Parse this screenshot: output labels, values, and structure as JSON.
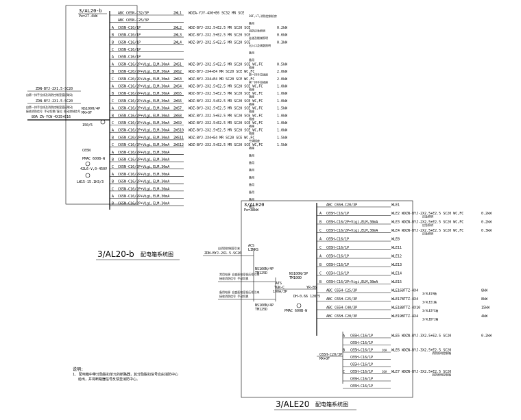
{
  "left_panel": {
    "id": "3/AL20-b",
    "power": "Pe=27.4kW",
    "title": "3/AL20-b",
    "title_suffix": "配电箱系统图",
    "main_breaker": "NS100H/4P",
    "main_breaker_rating": "MX+OF",
    "incoming_cable_1": "ZDN-BYJ-2X1.5-SC20",
    "incoming_cable_2": "ZDN-BYJ-2X1.5-SC20",
    "incoming_power": "80A ZA-YCW-4X35+E16",
    "incoming_note_1": "自第一排手拉线及消防控制室值班联动",
    "incoming_note_2": "自第一排手拉线及消防控制室值班联动",
    "incoming_note_3": "接收消防信号 手动切换/复位 联动控制信号",
    "breaker_label": "150/5",
    "meter_label": "PMAC 600B-W",
    "meter_spec": "42L6-V,0-450V",
    "ct_label": "LW15-15.1H3/3",
    "spd_label": "C65N",
    "circuits": [
      {
        "phase": "",
        "breaker": "ABC C65N-C32/3P",
        "code": "2WL1",
        "cable": "WDZA-YJY-4X6+E6 SC32 MR SCE",
        "load": "20F,LT,消防控制机房",
        "power": ""
      },
      {
        "phase": "",
        "breaker": "ABC C65N-C25/3P",
        "code": "",
        "cable": "",
        "load": "备用",
        "power": ""
      },
      {
        "phase": "A",
        "breaker": "C65N-C10/1P",
        "code": "2WL2",
        "cable": "WDZ-BYJ-2X2.5+E2.5 MR SC20 SCE",
        "load": "消防应急照明",
        "power": "0.2kW"
      },
      {
        "phase": "B",
        "breaker": "C65N-C10/1P",
        "code": "2WL3",
        "cable": "WDZ-BYJ-2X2.5+E2.5 MR SC20 SCE",
        "load": "走道及楼梯照明",
        "power": "0.6kW"
      },
      {
        "phase": "B",
        "breaker": "C65N-C16/1P",
        "code": "2WL4",
        "cable": "WDZ-BYJ-2X2.5+E2.5 MR SC20 SCE",
        "load": "出入口及疏散照明",
        "power": "0.3kW"
      },
      {
        "phase": "C",
        "breaker": "C65N-C16/1P",
        "code": "",
        "cable": "",
        "load": "备用",
        "power": ""
      },
      {
        "phase": "A",
        "breaker": "C65N-C16/1P",
        "code": "",
        "cable": "",
        "load": "备用",
        "power": ""
      },
      {
        "phase": "A",
        "breaker": "C65N-C16/2P+Vigi,ELM,30mA",
        "code": "2WS1",
        "cable": "WDZ-BYJ-2X2.5+E2.5 MR SC20 SCE WC,FC",
        "load": "插座",
        "power": "0.5kW"
      },
      {
        "phase": "B",
        "breaker": "C65N-C20/2P+Vigi,ELM,30mA",
        "code": "2WS2",
        "cable": "WDZ-BYJ-2X4+E4 MR SC20 SCE WC,FC",
        "load": "第一排手拉插座",
        "power": "2.0kW"
      },
      {
        "phase": "C",
        "breaker": "C65N-C20/2P+Vigi,ELM,30mA",
        "code": "2WS3",
        "cable": "WDZ-BYJ-2X4+E4 MR SC20 SCE WC,FC",
        "load": "第一排手拉插座",
        "power": "2.0kW"
      },
      {
        "phase": "A",
        "breaker": "C65N-C16/2P+Vigi,ELM,30mA",
        "code": "2WS4",
        "cable": "WDZ-BYJ-2X2.5+E2.5 MR SC20 SCE WC,FC",
        "load": "插座",
        "power": "1.0kW"
      },
      {
        "phase": "B",
        "breaker": "C65N-C16/2P+Vigi,ELM,30mA",
        "code": "2WS5",
        "cable": "WDZ-BYJ-2X2.5+E2.5 MR SC20 SCE WC,FC",
        "load": "插座",
        "power": "1.0kW"
      },
      {
        "phase": "C",
        "breaker": "C65N-C16/2P+Vigi,ELM,30mA",
        "code": "2WS6",
        "cable": "WDZ-BYJ-2X2.5+E2.5 MR SC20 SCE WC,FC",
        "load": "插座",
        "power": "1.0kW"
      },
      {
        "phase": "A",
        "breaker": "C65N-C16/2P+Vigi,ELM,30mA",
        "code": "2WS7",
        "cable": "WDZ-BYJ-2X2.5+E2.5 MR SC20 SCE WC,FC",
        "load": "插座",
        "power": "1.5kW"
      },
      {
        "phase": "B",
        "breaker": "C65N-C16/2P+Vigi,ELM,30mA",
        "code": "2WS8",
        "cable": "WDZ-BYJ-2X2.5+E2.5 MR SC20 SCE WC,FC",
        "load": "插座",
        "power": "1.0kW"
      },
      {
        "phase": "C",
        "breaker": "C65N-C16/2P+Vigi,ELM,30mA",
        "code": "2WS9",
        "cable": "WDZ-BYJ-2X2.5+E2.5 MR SC20 SCE WC,FC",
        "load": "插座",
        "power": "1.0kW"
      },
      {
        "phase": "A",
        "breaker": "C65N-C16/2P+Vigi,ELM,30mA",
        "code": "2WS10",
        "cable": "WDZ-BYJ-2X2.5+E2.5 MR SC20 SCE WC,FC",
        "load": "插座",
        "power": "1.0kW"
      },
      {
        "phase": "B",
        "breaker": "C65N-C20/2P+Vigi,ELM,30mA",
        "code": "2WS11",
        "cable": "WDZ-BYJ-2X4+E4 MR SC20 SCE WC,FC",
        "load": "空调插座",
        "power": "1.5kW"
      },
      {
        "phase": "C",
        "breaker": "C65N-C16/2P+Vigi,ELM,30mA",
        "code": "2WS12",
        "cable": "WDZ-BYJ-2X2.5+E2.5 MR SC20 SCE WC,FC",
        "load": "插座",
        "power": "1.5kW"
      },
      {
        "phase": "A",
        "breaker": "C65N-C16/2P+Vigi,ELM,30mA",
        "code": "",
        "cable": "",
        "load": "备用",
        "power": ""
      },
      {
        "phase": "B",
        "breaker": "C65N-C16/2P+Vigi,ELM,30mA",
        "code": "",
        "cable": "",
        "load": "备用",
        "power": ""
      },
      {
        "phase": "C",
        "breaker": "C65N-C16/2P+Vigi,ELM,30mA",
        "code": "",
        "cable": "",
        "load": "备用",
        "power": ""
      },
      {
        "phase": "A",
        "breaker": "C65N-C16/2P+Vigi,ELM,30mA",
        "code": "",
        "cable": "",
        "load": "备用",
        "power": ""
      },
      {
        "phase": "B",
        "breaker": "C65N-C16/2P+Vigi,ELM,30mA",
        "code": "",
        "cable": "",
        "load": "备用",
        "power": ""
      },
      {
        "phase": "C",
        "breaker": "C65N-C16/2P+Vigi,ELM,30mA",
        "code": "",
        "cable": "",
        "load": "备用",
        "power": ""
      },
      {
        "phase": "A",
        "breaker": "C65N-C16/2P+Vigi,ELM,30mA",
        "code": "",
        "cable": "",
        "load": "备用",
        "power": ""
      },
      {
        "phase": "B",
        "breaker": "C65N-C16/2P+Vigi,ELM,30mA",
        "code": "",
        "cable": "",
        "load": "备用",
        "power": ""
      }
    ]
  },
  "right_panel": {
    "id": "3/ALE20",
    "power": "Pe=38kW",
    "title": "3/ALE20",
    "title_suffix": "配电箱系统图",
    "acs_label": "ACS",
    "acs_spec": "LINKS",
    "incoming_cable": "ZDN-BYJ-2X1.5-SC20",
    "incoming_note": "自消防控制室引来",
    "breaker_1": "NS160N/4P",
    "breaker_1_rating": "TM125D",
    "breaker_2": "NS160N/4P",
    "breaker_2_rating": "TM125D",
    "breaker_3": "NS100N/3P",
    "breaker_3_rating": "TM100D",
    "ats_label": "ATS",
    "ats_spec": "TGN-C",
    "ats_rating": "100A/3P",
    "meter_label": "PMAC 600B-W",
    "dh_label": "DH-0.66 120/5",
    "yr_label": "YR-BS",
    "feeder_note_1": "常用电源 自变配电室低压柜引来",
    "feeder_note_2": "接收消防信号 手动切换",
    "feeder_note_3": "备用电源 自变配电室低压柜引来",
    "feeder_note_4": "接收消防信号 手动切换",
    "sub_breaker": "C65H-C20/3P",
    "sub_breaker_aux": "MX+OF",
    "circuits": [
      {
        "phase": "",
        "breaker": "ABC C65H-C20/3P",
        "code": "WLE1",
        "cable": "",
        "load": "",
        "power": ""
      },
      {
        "phase": "A",
        "breaker": "C65H-C16/1P",
        "code": "WLE2",
        "cable": "WDZN-BYJ-2X2.5+E2.5 SC20 WC,FC",
        "load": "应急照明",
        "power": "0.2kW"
      },
      {
        "phase": "B",
        "breaker": "C65H-C16/2P+Vigi,ELM,30mA",
        "code": "WLE3",
        "cable": "WDZN-BYJ-2X2.5+E2.5 SC20 WC,FC",
        "load": "应急照明",
        "power": "0.2kW"
      },
      {
        "phase": "C",
        "breaker": "C65H-C16/2P+Vigi,ELM,30mA",
        "code": "WLE4",
        "cable": "WDZN-BYJ-2X2.5+E2.5 SC20 WC,FC",
        "load": "应急照明",
        "power": "0.3kW"
      },
      {
        "phase": "A",
        "breaker": "C65H-C16/1P",
        "code": "WLE8",
        "cable": "",
        "load": "",
        "power": ""
      },
      {
        "phase": "C",
        "breaker": "C65H-C16/1P",
        "code": "WLE11",
        "cable": "",
        "load": "",
        "power": ""
      },
      {
        "phase": "A",
        "breaker": "C65H-C16/1P",
        "code": "WLE12",
        "cable": "",
        "load": "",
        "power": ""
      },
      {
        "phase": "B",
        "breaker": "C65H-C16/1P",
        "code": "WLE13",
        "cable": "",
        "load": "",
        "power": ""
      },
      {
        "phase": "C",
        "breaker": "C65H-C16/1P",
        "code": "WLE14",
        "cable": "",
        "load": "",
        "power": ""
      },
      {
        "phase": "B",
        "breaker": "C65H-C16/2P+Vigi,ELM,30mA",
        "code": "WLE15",
        "cable": "",
        "load": "",
        "power": ""
      },
      {
        "phase": "",
        "breaker": "ABC C65H-C25/3P",
        "code": "WLE16",
        "cable": "BTTZ-4X4",
        "load": "3/ALE19箱",
        "power": "8kW"
      },
      {
        "phase": "",
        "breaker": "ABC C65H-C25/3P",
        "code": "WLE17",
        "cable": "BTTZ-4X4",
        "load": "3/ALE21箱",
        "power": "8kW"
      },
      {
        "phase": "",
        "breaker": "ABC C65H-C40/3P",
        "code": "WLE18",
        "cable": "BTTZ-4X10",
        "load": "3/ALEJFC箱",
        "power": "15kW"
      },
      {
        "phase": "",
        "breaker": "ABC C65H-C20/3P",
        "code": "WLE19",
        "cable": "BTTZ-4X4",
        "load": "3/ALEDTJ箱",
        "power": "4kW"
      }
    ],
    "sub_circuits": [
      {
        "phase": "A",
        "breaker": "C65H-C16/1P",
        "code": "WLE5",
        "cable": "WDZN-BYJ-3X2.5+E2.5 SC20",
        "load": "",
        "power": "0.2kW"
      },
      {
        "phase": "",
        "breaker": "C65H-C16/1P",
        "code": "",
        "cable": "",
        "load": "",
        "power": ""
      },
      {
        "phase": "B",
        "breaker": "C65H-C16/1P",
        "code": "WLE6",
        "cable": "WDZN-BYJ-3X2.5+E2.5 SC20",
        "load": "消防照明控制箱",
        "power": "",
        "rating": "16A"
      },
      {
        "phase": "",
        "breaker": "C65H-C16/1P",
        "code": "",
        "cable": "",
        "load": "",
        "power": ""
      },
      {
        "phase": "",
        "breaker": "C65H-C16/1P",
        "code": "",
        "cable": "",
        "load": "",
        "power": ""
      },
      {
        "phase": "C",
        "breaker": "C65H-C16/1P",
        "code": "WLE7",
        "cable": "WDZN-BYJ-3X2.5+E2.5 SC20",
        "load": "消防照明控制箱",
        "power": "",
        "rating": "16A"
      },
      {
        "phase": "",
        "breaker": "C65H-C16/1P",
        "code": "",
        "cable": "",
        "load": "",
        "power": ""
      },
      {
        "phase": "",
        "breaker": "C65H-C16/1P",
        "code": "",
        "cable": "",
        "load": "",
        "power": ""
      }
    ]
  },
  "notes": {
    "heading": "说明:",
    "line_1": "1. 配电箱中带分励脱扣单元的断路器，其分励脱扣信号应由消防中心",
    "line_2": "给出，并将断路器信号反馈至消防中心。"
  }
}
